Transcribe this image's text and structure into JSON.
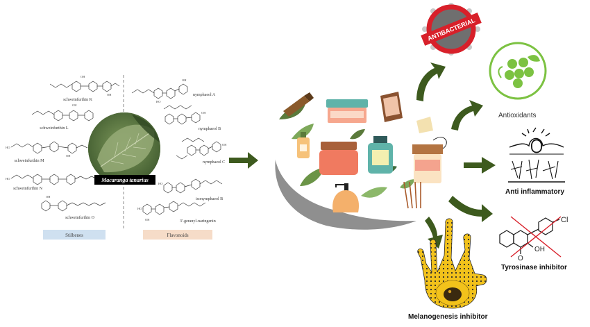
{
  "left_panel": {
    "stilbenes": [
      "schweinfurthin K",
      "schweinfurthin L",
      "schweinfurthin M",
      "schweinfurthin N",
      "schweinfurthin O"
    ],
    "flavonoids": [
      "nymphaeol A",
      "nymphaeol B",
      "nymphaeol C",
      "isonymphaeol B",
      "3'-geranyl-naringenin"
    ],
    "plant_label": "Macaranga tanarius",
    "stilbenes_label": "Stilbenes",
    "flavonoids_label": "Flavonoids",
    "oh_text": "OH",
    "ho_text": "HO"
  },
  "activities": {
    "antibacterial_label": "ANTIBACTERIAL",
    "antioxidants_label": "Antioxidants",
    "anti_inflammatory_label": "Anti inflammatory",
    "tyrosinase_label": "Tyrosinase inhibitor",
    "tyrosinase_cl": "Cl",
    "tyrosinase_oh": "OH",
    "tyrosinase_o": "O",
    "melanogenesis_label": "Melanogenesis inhibitor"
  },
  "colors": {
    "arrow_green": "#3d5a1e",
    "stilbenes_box": "#cfe0f0",
    "flavonoids_box": "#f6dcc8",
    "antibacterial_red": "#d8202a",
    "antioxidant_green": "#7cc242",
    "melanocyte_yellow": "#f2c21b"
  }
}
